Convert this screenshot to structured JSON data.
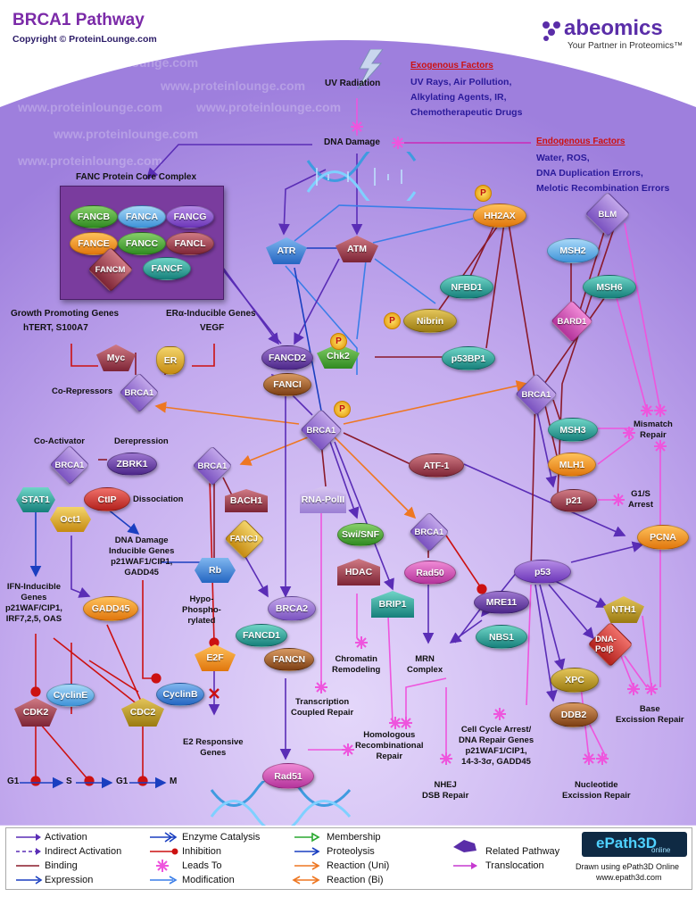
{
  "header": {
    "title": "BRCA1 Pathway",
    "copyright": "Copyright © ProteinLounge.com",
    "brand": "abeomics",
    "brand_tagline": "Your Partner in Proteomics™",
    "watermark": "www.proteinlounge.com"
  },
  "factors": {
    "exo_title": "Exogenous Factors",
    "exo_lines": [
      "UV Rays, Air Pollution,",
      "Alkylating Agents, IR,",
      "Chemotherapeutic Drugs"
    ],
    "endo_title": "Endogenous Factors",
    "endo_lines": [
      "Water, ROS,",
      "DNA Duplication Errors,",
      "Melotic Recombination Errors"
    ],
    "uv": "UV Radiation",
    "dna_damage": "DNA Damage"
  },
  "fanc_complex": {
    "title": "FANC Protein Core Complex",
    "members": [
      "FANCB",
      "FANCA",
      "FANCG",
      "FANCE",
      "FANCC",
      "FANCL",
      "FANCM",
      "FANCF"
    ]
  },
  "nodes": {
    "atr": "ATR",
    "atm": "ATM",
    "hh2ax": "HH2AX",
    "blm": "BLM",
    "msh2": "MSH2",
    "msh6": "MSH6",
    "nfbd1": "NFBD1",
    "nibrin": "Nibrin",
    "chk2": "Chk2",
    "p53bp1": "p53BP1",
    "bard1": "BARD1",
    "fancd2": "FANCD2",
    "fanci": "FANCI",
    "myc": "Myc",
    "er": "ER",
    "brca1_left": "BRCA1",
    "brca1_center": "BRCA1",
    "brca1_right": "BRCA1",
    "brca1_coact": "BRCA1",
    "brca1_mid": "BRCA1",
    "brca1_rad50": "BRCA1",
    "msh3": "MSH3",
    "mlh1": "MLH1",
    "p21": "p21",
    "zbrk1": "ZBRK1",
    "stat1": "STAT1",
    "ctip": "CtIP",
    "oct1": "Oct1",
    "bach1": "BACH1",
    "fancj": "FANCJ",
    "rb": "Rb",
    "rnapol": "RNA-PolII",
    "swisnf": "Swi/SNF",
    "hdac": "HDAC",
    "brip1": "BRIP1",
    "atf1": "ATF-1",
    "rad50": "Rad50",
    "mre11": "MRE11",
    "nbs1": "NBS1",
    "pcna": "PCNA",
    "p53": "p53",
    "nth1": "NTH1",
    "dnapol": "DNA-Polβ",
    "xpc": "XPC",
    "ddb2": "DDB2",
    "gadd45": "GADD45",
    "e2f": "E2F",
    "brca2": "BRCA2",
    "fancd1": "FANCD1",
    "fancn": "FANCN",
    "cdk2": "CDK2",
    "cyclin_e": "CyclinE",
    "cdc2": "CDC2",
    "cyclin_b": "CyclinB",
    "rad51": "Rad51"
  },
  "labels": {
    "growth_title": "Growth Promoting Genes",
    "growth_genes": "hTERT, S100A7",
    "er_title": "ERα-Inducible Genes",
    "er_genes": "VEGF",
    "corepressors": "Co-Repressors",
    "coactivator": "Co-Activator",
    "derepression": "Derepression",
    "dissociation": "Dissociation",
    "dna_damage_genes": [
      "DNA Damage",
      "Inducible Genes",
      "p21WAF1/CIP1,",
      "GADD45"
    ],
    "ifn_genes": [
      "IFN-Inducible",
      "Genes",
      "p21WAF/CIP1,",
      "IRF7,2,5, OAS"
    ],
    "hypo": [
      "Hypo-",
      "Phospho-",
      "rylated"
    ],
    "e2f_genes": [
      "E2 Responsive",
      "Genes"
    ],
    "chromatin": [
      "Chromatin",
      "Remodeling"
    ],
    "tcr": [
      "Transcription",
      "Coupled Repair"
    ],
    "hrr": [
      "Homologous",
      "Recombinational",
      "Repair"
    ],
    "mrn": [
      "MRN",
      "Complex"
    ],
    "nhej": [
      "NHEJ",
      "DSB Repair"
    ],
    "cell_cycle": [
      "Cell Cycle Arrest/",
      "DNA Repair Genes",
      "p21WAF1/CIP1,",
      "14-3-3σ, GADD45"
    ],
    "ner": [
      "Nucleotide",
      "Excission Repair"
    ],
    "ber": [
      "Base",
      "Excission Repair"
    ],
    "mismatch": [
      "Mismatch",
      "Repair"
    ],
    "g1s": [
      "G1/S",
      "Arrest"
    ],
    "cycle": [
      "G1",
      "S",
      "G1",
      "M"
    ],
    "phospho": "P"
  },
  "legend": {
    "items": [
      "Activation",
      "Indirect Activation",
      "Binding",
      "Expression",
      "Enzyme Catalysis",
      "Inhibition",
      "Leads To",
      "Modification",
      "Membership",
      "Proteolysis",
      "Reaction (Uni)",
      "Reaction (Bi)",
      "Related Pathway",
      "Translocation"
    ],
    "epath_logo": "ePath3D",
    "epath_sub": "online",
    "drawn_with": "Drawn using ePath3D Online",
    "epath_url": "www.epath3d.com"
  },
  "colors": {
    "background_top": "#ffffff",
    "background_purple": "#b79ee8",
    "title": "#7b2aa8",
    "activation": "#5a2db6",
    "inhibition": "#cc1111",
    "leads_to": "#ee55dd",
    "expression": "#1a3fc0",
    "translocation": "#c63ad0",
    "reaction": "#ee7722",
    "binding": "#8a1a2a",
    "modification": "#3a7ee8",
    "membership": "#2aa830"
  }
}
